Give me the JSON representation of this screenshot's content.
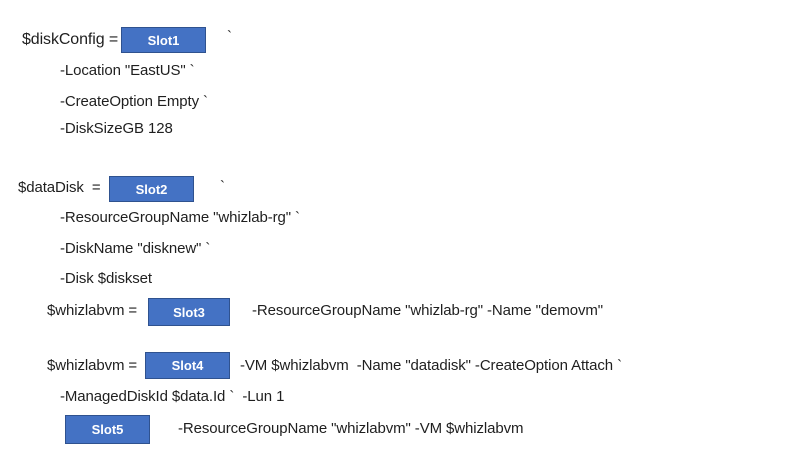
{
  "colors": {
    "background": "#ffffff",
    "text": "#1f1f1f",
    "slot_fill": "#4472c4",
    "slot_border": "#2f528f",
    "slot_text": "#ffffff"
  },
  "exercise": {
    "block1": {
      "assignment": "$diskConfig =",
      "slot": "Slot1",
      "line_continuation": "`",
      "params": [
        "-Location \"EastUS\" `",
        "-CreateOption Empty `",
        "-DiskSizeGB 128"
      ]
    },
    "block2": {
      "assignment": "$dataDisk  =",
      "slot": "Slot2",
      "line_continuation": "`",
      "params": [
        "-ResourceGroupName \"whizlab-rg\" `",
        "-DiskName \"disknew\" `",
        "-Disk $diskset"
      ]
    },
    "block3": {
      "assignment": "$whizlabvm =",
      "slot": "Slot3",
      "args": "-ResourceGroupName \"whizlab-rg\" -Name \"demovm\""
    },
    "block4": {
      "assignment": "$whizlabvm =",
      "slot": "Slot4",
      "args": "-VM $whizlabvm  -Name \"datadisk\" -CreateOption Attach `",
      "continuation_line": "-ManagedDiskId $data.Id `  -Lun 1"
    },
    "block5": {
      "slot": "Slot5",
      "args": "-ResourceGroupName \"whizlabvm\" -VM $whizlabvm"
    }
  }
}
